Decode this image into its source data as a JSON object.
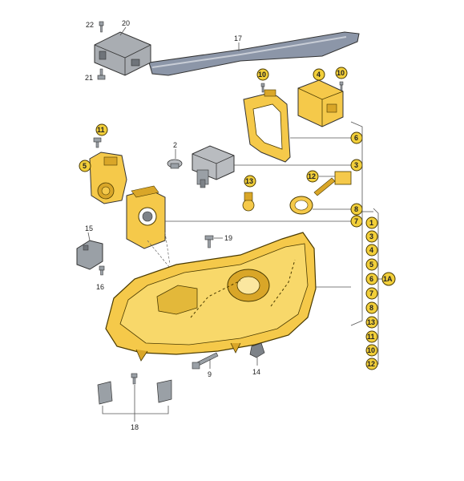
{
  "colors": {
    "highlight": "#f2cf3a",
    "headlamp_body": "#f5c94a",
    "headlamp_dark": "#d9a628",
    "part_grey": "#b9bcc0",
    "part_dark": "#7d8288",
    "line": "#555555"
  },
  "callouts": {
    "p22": "22",
    "p20": "20",
    "p21": "21",
    "p17": "17",
    "p10a": "10",
    "p4": "4",
    "p10b": "10",
    "p11": "11",
    "p2": "2",
    "p5": "5",
    "p6": "6",
    "p3": "3",
    "p13": "13",
    "p12": "12",
    "p8": "8",
    "p7": "7",
    "p15": "15",
    "p19": "19",
    "p16": "16",
    "p9": "9",
    "p14": "14",
    "p18": "18"
  },
  "assembly_label": "1A",
  "assembly_list": [
    "1",
    "3",
    "4",
    "5",
    "6",
    "7",
    "8",
    "13",
    "11",
    "10",
    "12"
  ]
}
